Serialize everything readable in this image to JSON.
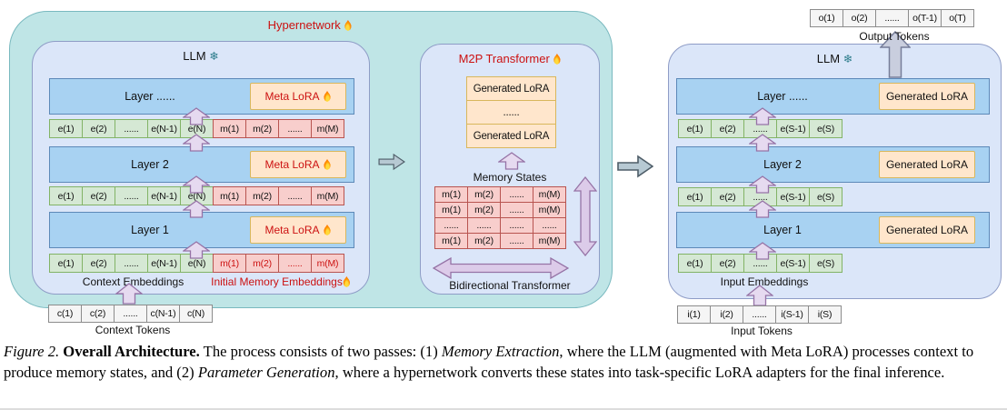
{
  "figure": {
    "hypernetwork_label": "Hypernetwork",
    "left_panel": {
      "title": "LLM",
      "layers": [
        {
          "label": "Layer ......",
          "adapter": "Meta LoRA"
        },
        {
          "label": "Layer 2",
          "adapter": "Meta LoRA"
        },
        {
          "label": "Layer 1",
          "adapter": "Meta LoRA"
        }
      ],
      "context_cells": [
        "e(1)",
        "e(2)",
        "......",
        "e(N-1)",
        "e(N)"
      ],
      "memory_cells": [
        "m(1)",
        "m(2)",
        "......",
        "m(M)"
      ],
      "context_embeddings_label": "Context Embeddings",
      "memory_embeddings_label": "Initial Memory Embeddings"
    },
    "context_tokens": {
      "cells": [
        "c(1)",
        "c(2)",
        "......",
        "c(N-1)",
        "c(N)"
      ],
      "label": "Context Tokens"
    },
    "m2p_panel": {
      "title": "M2P Transformer",
      "lora_stack": [
        "Generated LoRA",
        "......",
        "Generated LoRA"
      ],
      "memory_states_label": "Memory States",
      "matrix": [
        [
          "m(1)",
          "m(2)",
          "......",
          "m(M)"
        ],
        [
          "m(1)",
          "m(2)",
          "......",
          "m(M)"
        ],
        [
          "......",
          "......",
          "......",
          "......"
        ],
        [
          "m(1)",
          "m(2)",
          "......",
          "m(M)"
        ]
      ],
      "bidirectional_label": "Bidirectional Transformer"
    },
    "right_panel": {
      "title": "LLM",
      "layers": [
        {
          "label": "Layer ......",
          "adapter": "Generated LoRA"
        },
        {
          "label": "Layer 2",
          "adapter": "Generated LoRA"
        },
        {
          "label": "Layer 1",
          "adapter": "Generated LoRA"
        }
      ],
      "input_cells": [
        "e(1)",
        "e(2)",
        "......",
        "e(S-1)",
        "e(S)"
      ],
      "input_embeddings_label": "Input Embeddings"
    },
    "output_tokens": {
      "cells": [
        "o(1)",
        "o(2)",
        "......",
        "o(T-1)",
        "o(T)"
      ],
      "label": "Output Tokens"
    },
    "input_tokens": {
      "cells": [
        "i(1)",
        "i(2)",
        "......",
        "i(S-1)",
        "i(S)"
      ],
      "label": "Input Tokens"
    }
  },
  "icons": {
    "flame": "fire-trainable",
    "snowflake": "frozen",
    "snowflake_glyph": "❄"
  },
  "colors": {
    "hypernetwork_bg": "#bfe5e6",
    "panel_bg": "#dbe6f9",
    "layer_bg": "#a8d2f2",
    "context_cell_bg": "#d5e8d4",
    "memory_cell_bg": "#f8cecc",
    "lora_box_bg": "#ffe6cc",
    "token_cell_bg": "#f5f5f5",
    "purple_arrow": "#e6daf0",
    "gray_arrow": "#b7c9d3",
    "red_label": "#cc1111"
  },
  "caption": {
    "segments": [
      {
        "text": "Figure 2.",
        "style": "italic"
      },
      {
        "text": " ",
        "style": ""
      },
      {
        "text": "Overall Architecture.",
        "style": "bold"
      },
      {
        "text": " The process consists of two passes: (1) ",
        "style": ""
      },
      {
        "text": "Memory Extraction",
        "style": "italic"
      },
      {
        "text": ", where the LLM (augmented with Meta LoRA) processes context to produce memory states, and (2) ",
        "style": ""
      },
      {
        "text": "Parameter Generation",
        "style": "italic"
      },
      {
        "text": ", where a hypernetwork converts these states into task-specific LoRA adapters for the final inference.",
        "style": ""
      }
    ]
  }
}
